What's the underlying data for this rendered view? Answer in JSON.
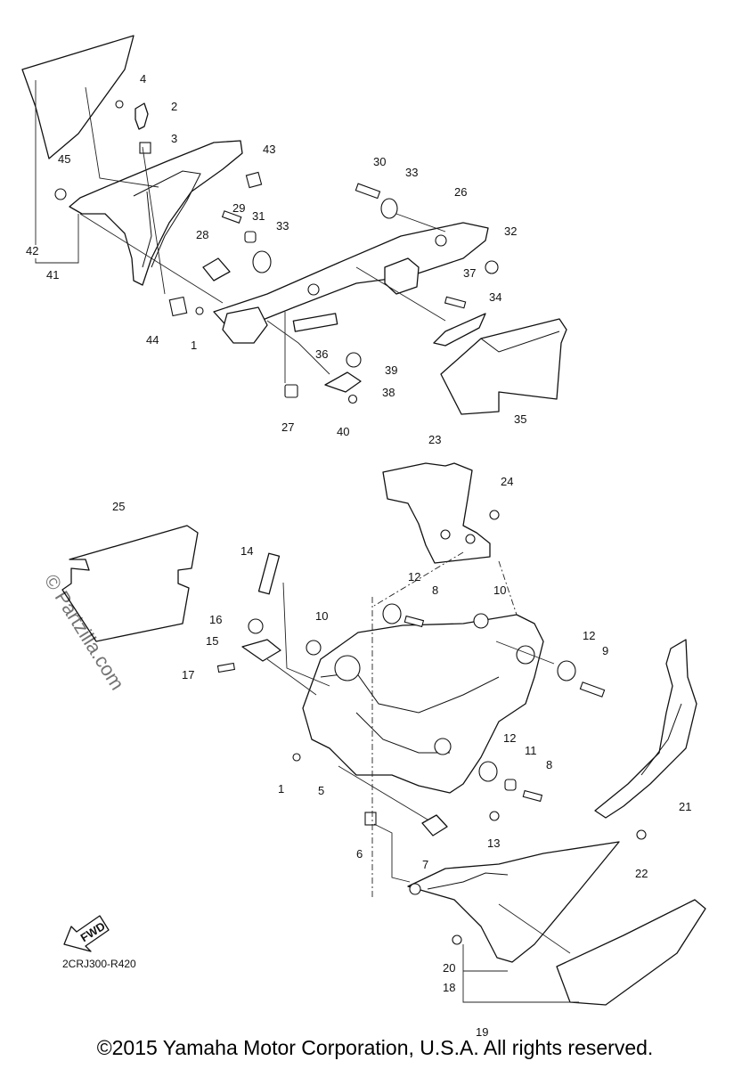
{
  "diagram": {
    "callouts": [
      "1",
      "2",
      "3",
      "4",
      "5",
      "6",
      "7",
      "8",
      "9",
      "10",
      "11",
      "12",
      "13",
      "14",
      "15",
      "16",
      "17",
      "18",
      "19",
      "20",
      "21",
      "22",
      "23",
      "24",
      "25",
      "26",
      "27",
      "28",
      "29",
      "30",
      "31",
      "32",
      "33",
      "34",
      "35",
      "36",
      "37",
      "38",
      "39",
      "40",
      "41",
      "42",
      "43",
      "44",
      "45"
    ],
    "fwd_label": "FWD",
    "reference_code": "2CRJ300-R420",
    "watermark": "© Partzilla.com",
    "copyright": "©2015 Yamaha Motor Corporation, U.S.A. All rights reserved."
  },
  "colors": {
    "ink": "#111111",
    "background": "#ffffff"
  }
}
